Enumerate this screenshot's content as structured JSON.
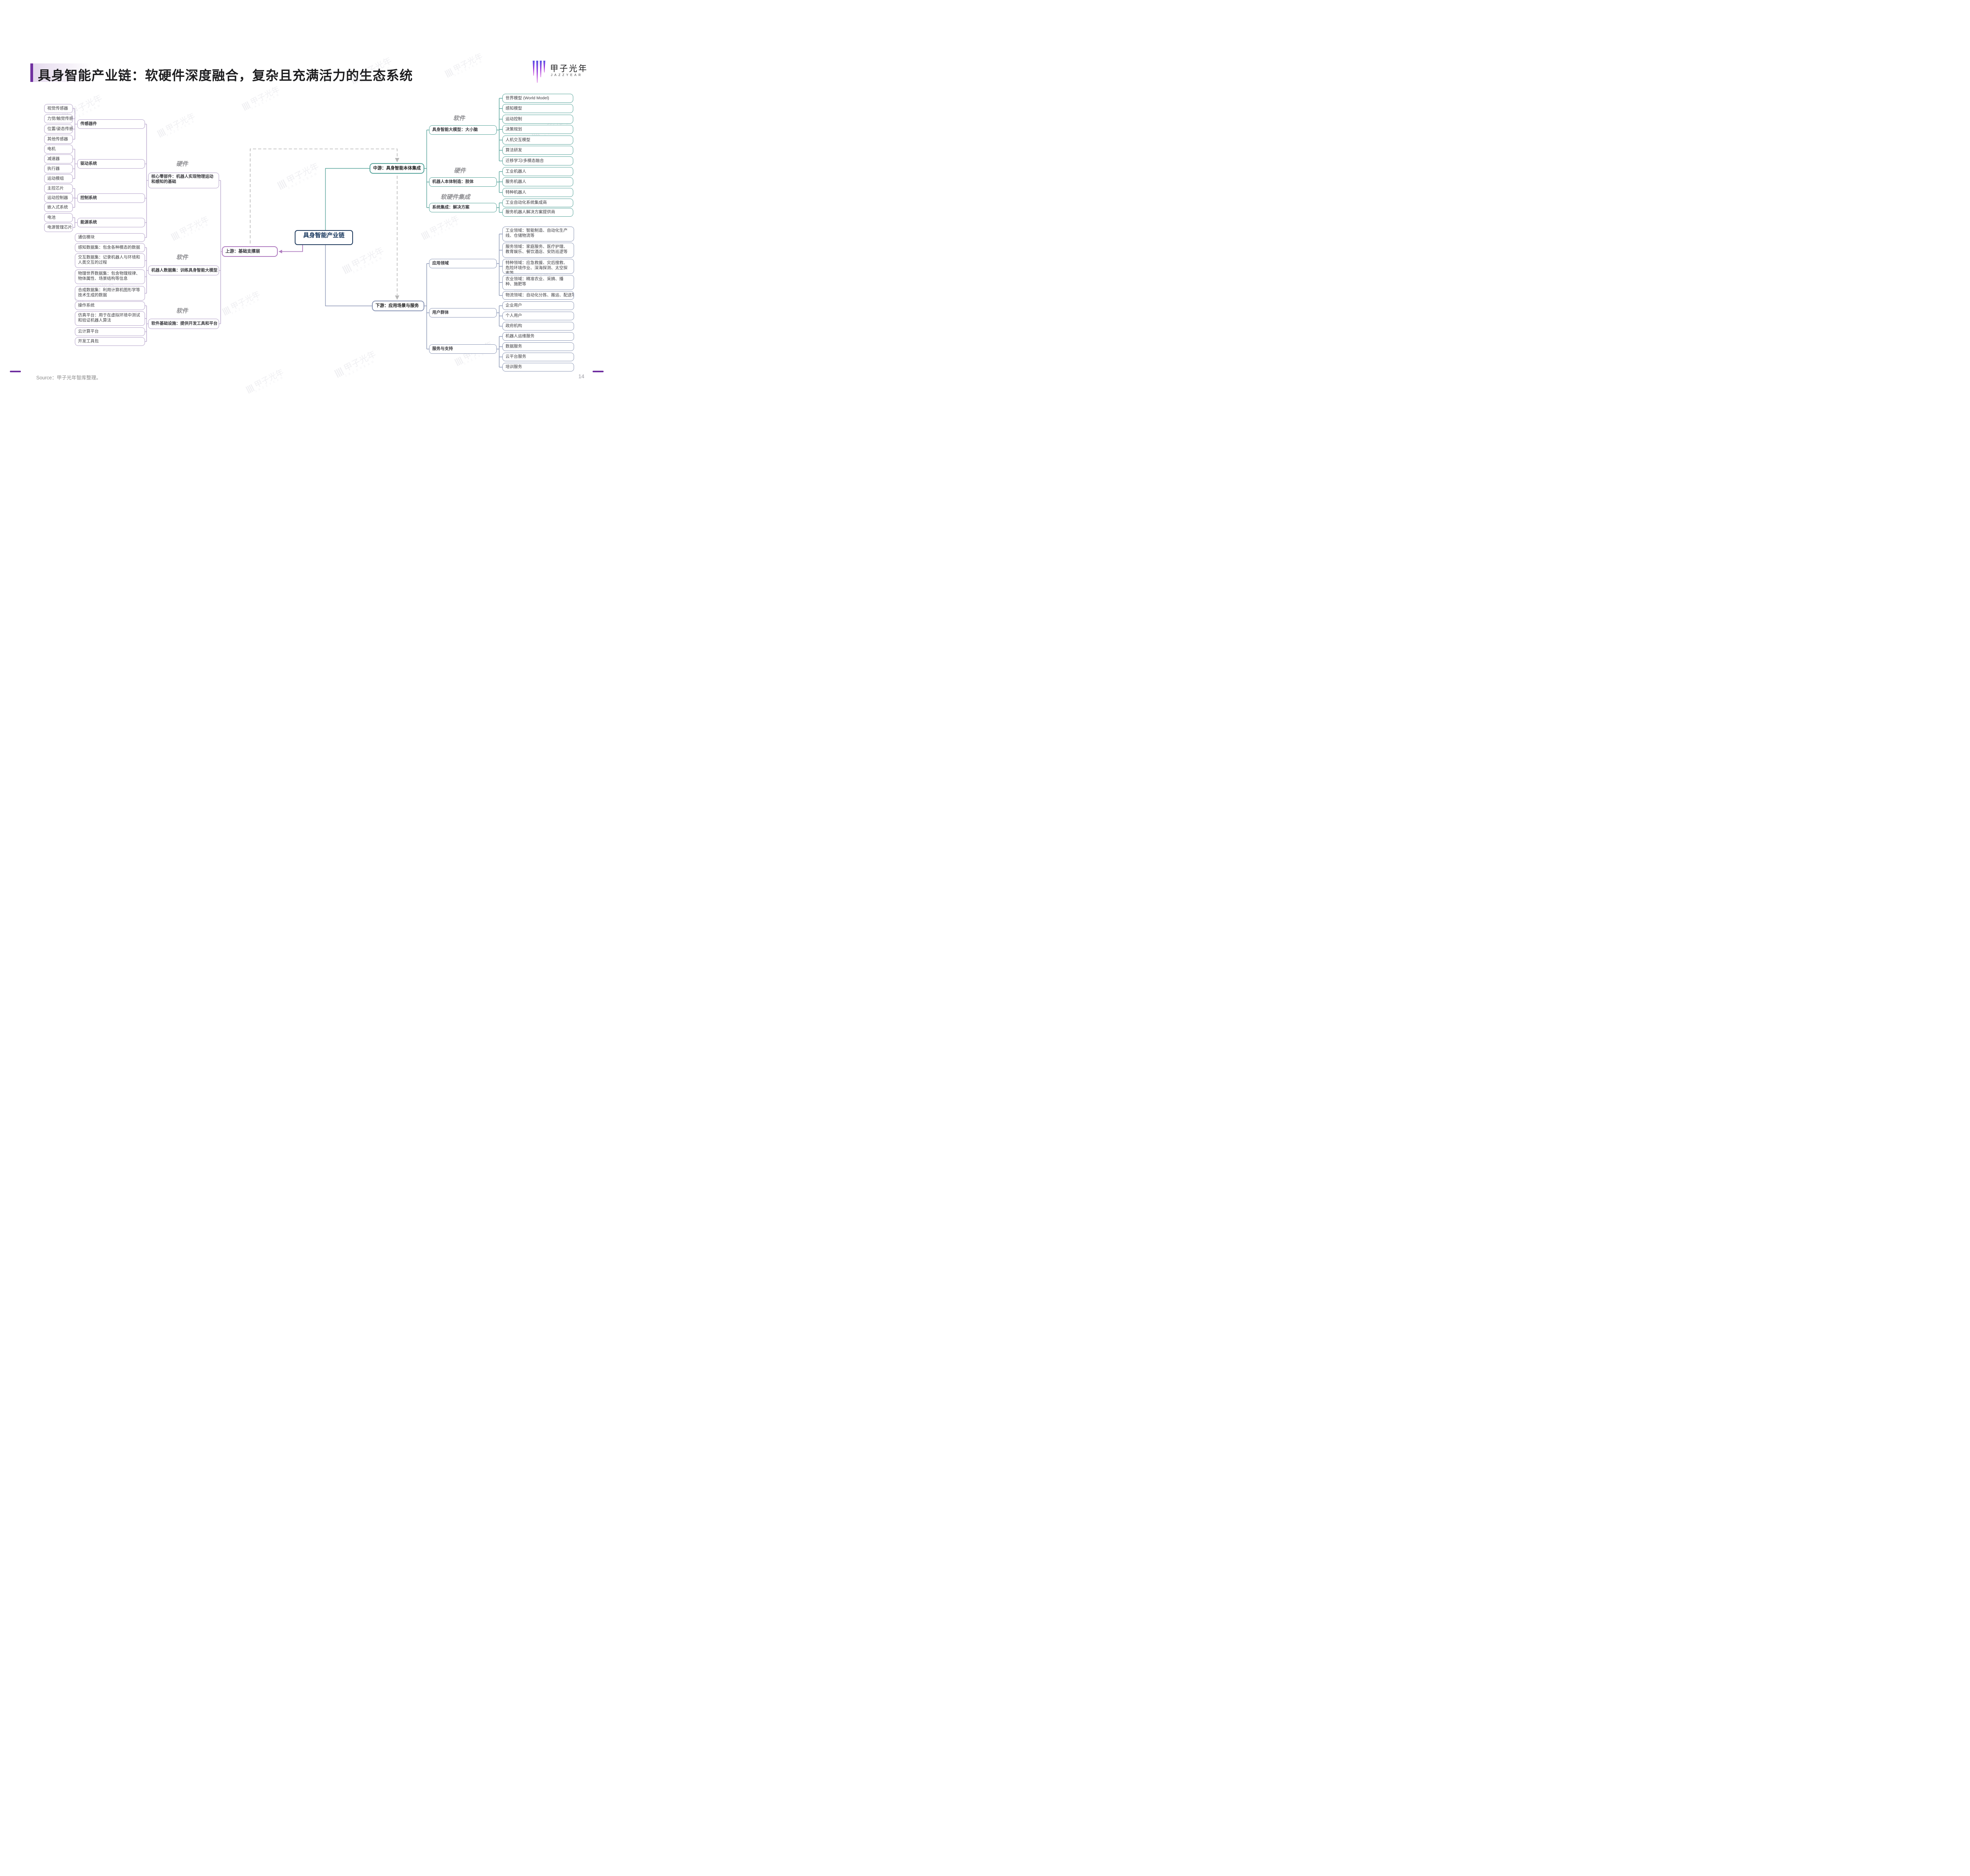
{
  "header": {
    "title": "具身智能产业链：软硬件深度融合，复杂且充满活力的生态系统"
  },
  "logo": {
    "brand": "甲子光年",
    "brand_sub": "JAZZYEAR"
  },
  "watermark": {
    "text": "甲子光年",
    "sub": "JAZZYEAR",
    "bars": "||||"
  },
  "center": "具身智能产业链",
  "streams": {
    "upstream": "上游：基础支撑层",
    "midstream": "中游：具身智能本体集成",
    "downstream": "下游：应用场景与服务"
  },
  "up": {
    "hw_label": "硬件",
    "hw_parent": "核心零部件：机器人实现物理运动和感知的基础",
    "sensors": {
      "label": "传感器件",
      "items": [
        "视觉传感器",
        "力觉/触觉传感器",
        "位置/姿态传感器",
        "其他传感器"
      ]
    },
    "drive": {
      "label": "驱动系统",
      "items": [
        "电机",
        "减速器",
        "执行器",
        "运动模组"
      ]
    },
    "control": {
      "label": "控制系统",
      "items": [
        "主控芯片",
        "运动控制器",
        "嵌入式系统"
      ]
    },
    "energy": {
      "label": "能源系统",
      "items": [
        "电池",
        "电源管理芯片"
      ]
    },
    "comm": "通信模块",
    "sw1_label": "软件",
    "sw1_parent": "机器人数据集：训练具身智能大模型",
    "datasets": [
      "感知数据集：包含各种模态的数据",
      "交互数据集：记录机器人与环境和人类交互的过程",
      "物理世界数据集：包含物理规律、物体属性、场景结构等信息",
      "合成数据集：利用计算机图形学等技术生成的数据"
    ],
    "sw2_label": "软件",
    "sw2_parent": "软件基础设施：提供开发工具和平台",
    "infra": [
      "操作系统",
      "仿真平台：用于在虚拟环境中测试和验证机器人算法",
      "云计算平台",
      "开发工具包"
    ]
  },
  "mid": {
    "sw_label": "软件",
    "model_parent": "具身智能大模型：大小脑",
    "model_items": [
      "世界模型 (World Model)",
      "感知模型",
      "运动控制",
      "决策规划",
      "人机交互模型",
      "算法研发",
      "迁移学习/多模态融合"
    ],
    "hw_label": "硬件",
    "body_parent": "机器人本体制造：肢体",
    "body_items": [
      "工业机器人",
      "服务机器人",
      "特种机器人"
    ],
    "integ_label": "软硬件集成",
    "integ_parent": "系统集成：解决方案",
    "integ_items": [
      "工业自动化系统集成商",
      "服务机器人解决方案提供商"
    ]
  },
  "down": {
    "fields_parent": "应用领域",
    "fields": [
      "工业领域：智能制造、自动化生产线、仓储物流等",
      "服务领域：家庭服务、医疗护理、教育娱乐、餐饮酒店、安防巡逻等",
      "特种领域：应急救援、灾后搜救、危险环境作业、深海探测、太空探索等",
      "农业领域：精准农业、采摘、播种、施肥等",
      "物流领域：自动化分拣、搬运、配送等"
    ],
    "users_parent": "用户群体",
    "users": [
      "企业用户",
      "个人用户",
      "政府机构"
    ],
    "services_parent": "服务与支持",
    "services": [
      "机器人运维服务",
      "数据服务",
      "云平台服务",
      "培训服务"
    ]
  },
  "footer": {
    "source": "Source：甲子光年智库整理。",
    "page": "14"
  },
  "colors": {
    "purple": "#7030a0",
    "purpleStrong": "#b07cc0",
    "nodePurple": "#b3a1c9",
    "teal": "#55a39a",
    "slate": "#8a96b5",
    "navy": "#1f3b5e",
    "grayDash": "#b8b8b8"
  }
}
